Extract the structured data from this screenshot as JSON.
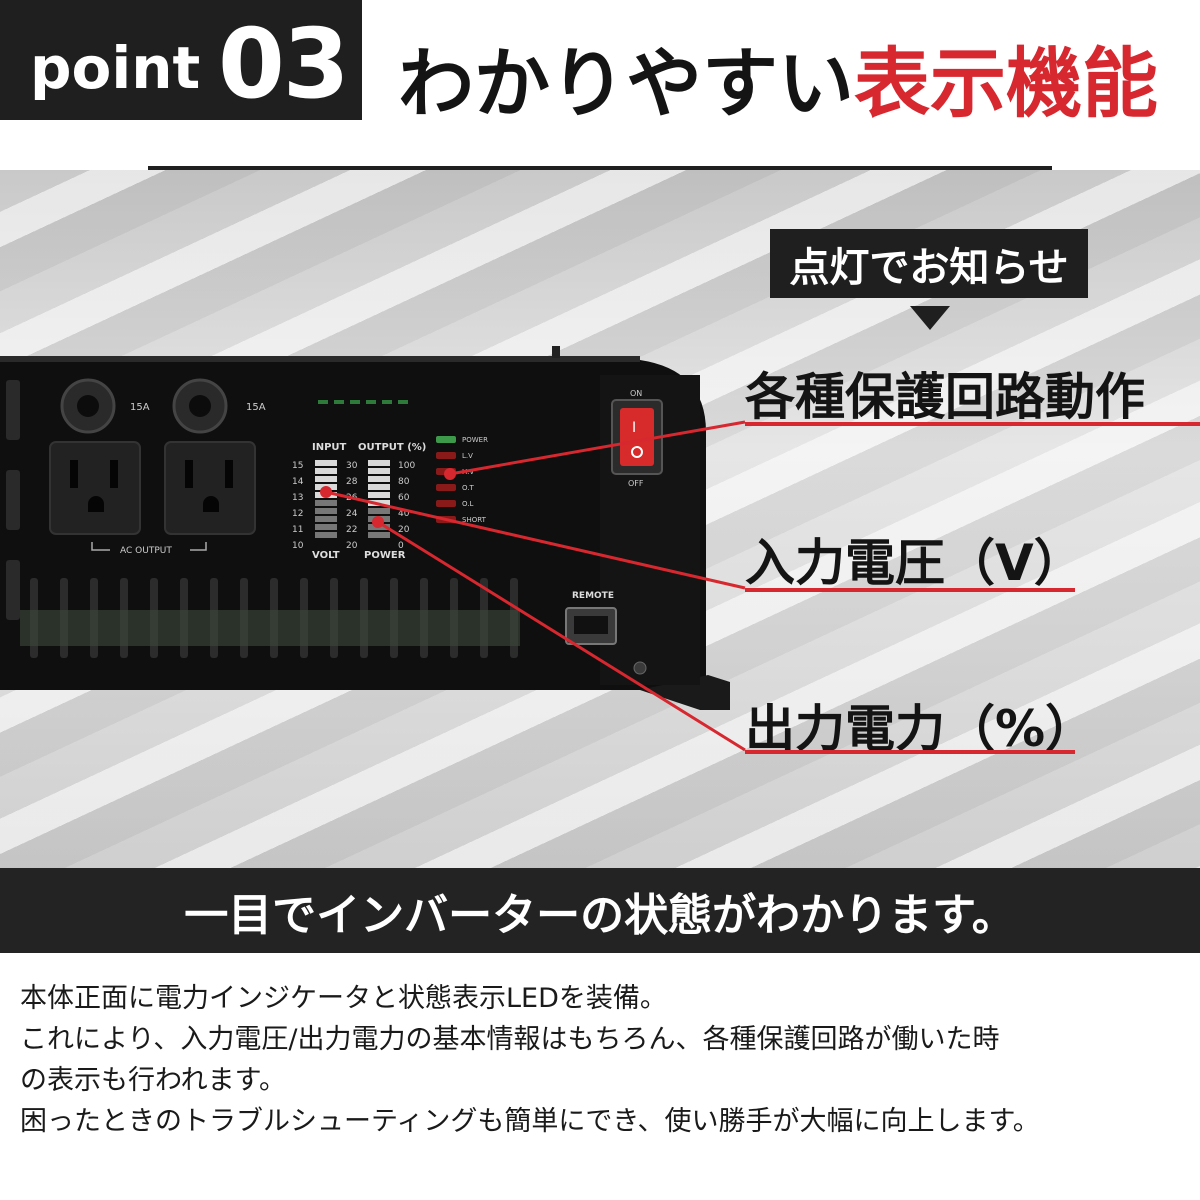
{
  "header": {
    "point_word": "point",
    "point_number": "03",
    "headline_plain": "わかりやすい",
    "headline_accent": "表示機能"
  },
  "callout_tag": "点灯でお知らせ",
  "callouts": [
    {
      "label": "各種保護回路動作"
    },
    {
      "label": "入力電圧（V）"
    },
    {
      "label": "出力電力（%）"
    }
  ],
  "device": {
    "outlet_breaker_left": "15A",
    "outlet_breaker_right": "15A",
    "ac_output_label": "AC   OUTPUT",
    "input_header": "INPUT",
    "output_header": "OUTPUT (%)",
    "volt_scale_a": [
      "15",
      "14",
      "13",
      "12",
      "11",
      "10"
    ],
    "volt_scale_b": [
      "30",
      "28",
      "26",
      "24",
      "22",
      "20"
    ],
    "power_scale": [
      "100",
      "80",
      "60",
      "40",
      "20",
      "0"
    ],
    "volt_label": "VOLT",
    "power_label": "POWER",
    "status_leds": [
      "POWER",
      "L.V",
      "H.V",
      "O.T",
      "O.L",
      "SHORT"
    ],
    "switch_on": "ON",
    "switch_off": "OFF",
    "remote_label": "REMOTE"
  },
  "band_text": "一目でインバーターの状態がわかります。",
  "description": [
    "本体正面に電力インジケータと状態表示LEDを装備。",
    "これにより、入力電圧/出力電力の基本情報はもちろん、各種保護回路が働いた時",
    "の表示も行われます。",
    "困ったときのトラブルシューティングも簡単にでき、使い勝手が大幅に向上します。"
  ],
  "colors": {
    "accent_red": "#d7272f",
    "dark": "#1f1f1f",
    "device_body": "#111111"
  }
}
